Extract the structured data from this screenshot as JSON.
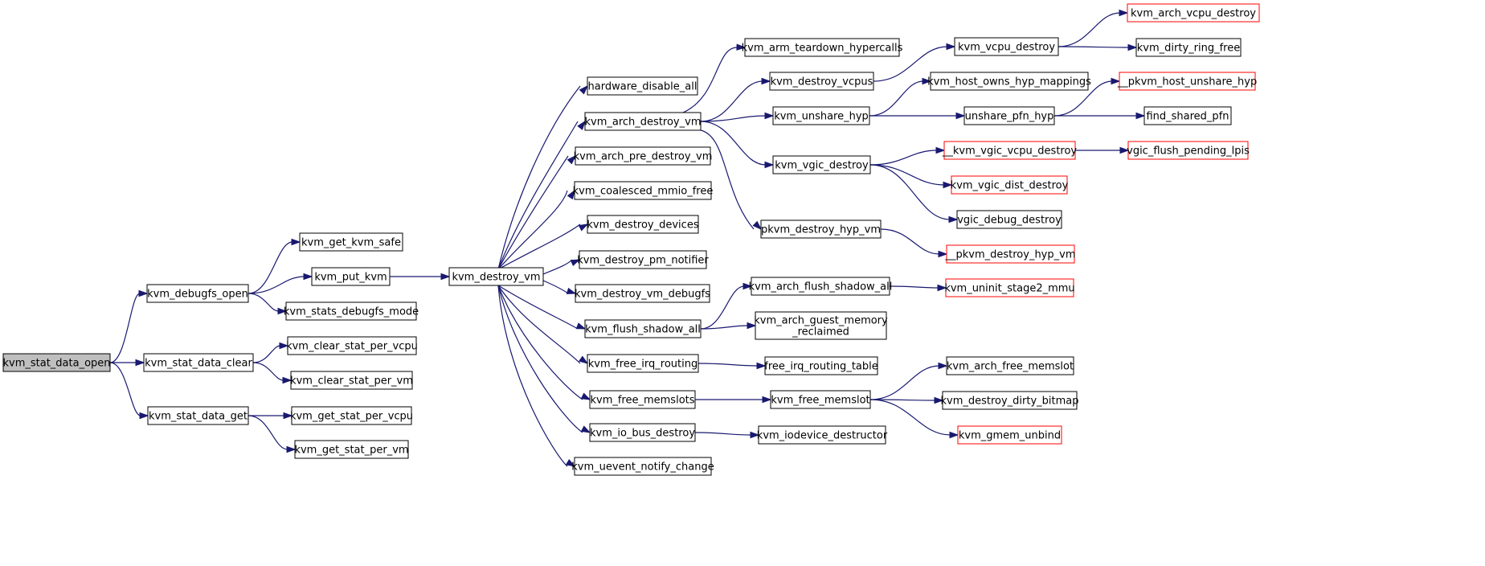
{
  "colors": {
    "edge": "#191970",
    "node_border": "#000000",
    "node_border_truncated": "#ff0000",
    "node_fill": "#ffffff",
    "root_fill": "#bfbfbf"
  },
  "nodes": [
    {
      "id": "n0",
      "label": "kvm_stat_data_open",
      "kind": "root"
    },
    {
      "id": "n1",
      "label": "kvm_debugfs_open",
      "kind": "normal"
    },
    {
      "id": "n2",
      "label": "kvm_stat_data_clear",
      "kind": "normal"
    },
    {
      "id": "n3",
      "label": "kvm_stat_data_get",
      "kind": "normal"
    },
    {
      "id": "n4",
      "label": "kvm_get_kvm_safe",
      "kind": "normal"
    },
    {
      "id": "n5",
      "label": "kvm_put_kvm",
      "kind": "normal"
    },
    {
      "id": "n6",
      "label": "kvm_stats_debugfs_mode",
      "kind": "normal"
    },
    {
      "id": "n7",
      "label": "kvm_clear_stat_per_vcpu",
      "kind": "normal"
    },
    {
      "id": "n8",
      "label": "kvm_clear_stat_per_vm",
      "kind": "normal"
    },
    {
      "id": "n9",
      "label": "kvm_get_stat_per_vcpu",
      "kind": "normal"
    },
    {
      "id": "n10",
      "label": "kvm_get_stat_per_vm",
      "kind": "normal"
    },
    {
      "id": "n11",
      "label": "kvm_destroy_vm",
      "kind": "normal"
    },
    {
      "id": "n12",
      "label": "hardware_disable_all",
      "kind": "normal"
    },
    {
      "id": "n13",
      "label": "kvm_arch_destroy_vm",
      "kind": "normal"
    },
    {
      "id": "n14",
      "label": "kvm_arch_pre_destroy_vm",
      "kind": "normal"
    },
    {
      "id": "n15",
      "label": "kvm_coalesced_mmio_free",
      "kind": "normal"
    },
    {
      "id": "n16",
      "label": "kvm_destroy_devices",
      "kind": "normal"
    },
    {
      "id": "n17",
      "label": "kvm_destroy_pm_notifier",
      "kind": "normal"
    },
    {
      "id": "n18",
      "label": "kvm_destroy_vm_debugfs",
      "kind": "normal"
    },
    {
      "id": "n19",
      "label": "kvm_flush_shadow_all",
      "kind": "normal"
    },
    {
      "id": "n20",
      "label": "kvm_free_irq_routing",
      "kind": "normal"
    },
    {
      "id": "n21",
      "label": "kvm_free_memslots",
      "kind": "normal"
    },
    {
      "id": "n22",
      "label": "kvm_io_bus_destroy",
      "kind": "normal"
    },
    {
      "id": "n23",
      "label": "kvm_uevent_notify_change",
      "kind": "normal"
    },
    {
      "id": "n24",
      "label": "kvm_arm_teardown_hypercalls",
      "kind": "normal"
    },
    {
      "id": "n25",
      "label": "kvm_destroy_vcpus",
      "kind": "normal"
    },
    {
      "id": "n26",
      "label": "kvm_unshare_hyp",
      "kind": "normal"
    },
    {
      "id": "n27",
      "label": "kvm_vgic_destroy",
      "kind": "normal"
    },
    {
      "id": "n28",
      "label": "pkvm_destroy_hyp_vm",
      "kind": "normal"
    },
    {
      "id": "n29",
      "label": "kvm_arch_flush_shadow_all",
      "kind": "normal"
    },
    {
      "id": "n30",
      "label": [
        "kvm_arch_guest_memory",
        "_reclaimed"
      ],
      "kind": "normal"
    },
    {
      "id": "n31",
      "label": "free_irq_routing_table",
      "kind": "normal"
    },
    {
      "id": "n32",
      "label": "kvm_free_memslot",
      "kind": "normal"
    },
    {
      "id": "n33",
      "label": "kvm_iodevice_destructor",
      "kind": "normal"
    },
    {
      "id": "n34",
      "label": "kvm_vcpu_destroy",
      "kind": "normal"
    },
    {
      "id": "n35",
      "label": "kvm_host_owns_hyp_mappings",
      "kind": "normal"
    },
    {
      "id": "n36",
      "label": "unshare_pfn_hyp",
      "kind": "normal"
    },
    {
      "id": "n37",
      "label": "__kvm_vgic_vcpu_destroy",
      "kind": "truncated"
    },
    {
      "id": "n38",
      "label": "kvm_vgic_dist_destroy",
      "kind": "truncated"
    },
    {
      "id": "n39",
      "label": "vgic_debug_destroy",
      "kind": "normal"
    },
    {
      "id": "n40",
      "label": "__pkvm_destroy_hyp_vm",
      "kind": "truncated"
    },
    {
      "id": "n41",
      "label": "kvm_uninit_stage2_mmu",
      "kind": "truncated"
    },
    {
      "id": "n42",
      "label": "kvm_arch_free_memslot",
      "kind": "normal"
    },
    {
      "id": "n43",
      "label": "kvm_destroy_dirty_bitmap",
      "kind": "normal"
    },
    {
      "id": "n44",
      "label": "kvm_gmem_unbind",
      "kind": "truncated"
    },
    {
      "id": "n45",
      "label": "kvm_arch_vcpu_destroy",
      "kind": "truncated"
    },
    {
      "id": "n46",
      "label": "kvm_dirty_ring_free",
      "kind": "normal"
    },
    {
      "id": "n47",
      "label": "__pkvm_host_unshare_hyp",
      "kind": "truncated"
    },
    {
      "id": "n48",
      "label": "find_shared_pfn",
      "kind": "normal"
    },
    {
      "id": "n49",
      "label": "vgic_flush_pending_lpis",
      "kind": "truncated"
    }
  ],
  "edges": [
    [
      "n0",
      "n1"
    ],
    [
      "n0",
      "n2"
    ],
    [
      "n0",
      "n3"
    ],
    [
      "n1",
      "n4"
    ],
    [
      "n1",
      "n5"
    ],
    [
      "n1",
      "n6"
    ],
    [
      "n2",
      "n7"
    ],
    [
      "n2",
      "n8"
    ],
    [
      "n3",
      "n9"
    ],
    [
      "n3",
      "n10"
    ],
    [
      "n5",
      "n11"
    ],
    [
      "n11",
      "n12"
    ],
    [
      "n11",
      "n13"
    ],
    [
      "n11",
      "n14"
    ],
    [
      "n11",
      "n15"
    ],
    [
      "n11",
      "n16"
    ],
    [
      "n11",
      "n17"
    ],
    [
      "n11",
      "n18"
    ],
    [
      "n11",
      "n19"
    ],
    [
      "n11",
      "n20"
    ],
    [
      "n11",
      "n21"
    ],
    [
      "n11",
      "n22"
    ],
    [
      "n11",
      "n23"
    ],
    [
      "n13",
      "n24"
    ],
    [
      "n13",
      "n25"
    ],
    [
      "n13",
      "n26"
    ],
    [
      "n13",
      "n27"
    ],
    [
      "n13",
      "n28"
    ],
    [
      "n19",
      "n29"
    ],
    [
      "n19",
      "n30"
    ],
    [
      "n20",
      "n31"
    ],
    [
      "n21",
      "n32"
    ],
    [
      "n22",
      "n33"
    ],
    [
      "n25",
      "n34"
    ],
    [
      "n26",
      "n35"
    ],
    [
      "n26",
      "n36"
    ],
    [
      "n27",
      "n37"
    ],
    [
      "n27",
      "n38"
    ],
    [
      "n27",
      "n39"
    ],
    [
      "n28",
      "n40"
    ],
    [
      "n29",
      "n41"
    ],
    [
      "n32",
      "n42"
    ],
    [
      "n32",
      "n43"
    ],
    [
      "n32",
      "n44"
    ],
    [
      "n34",
      "n45"
    ],
    [
      "n34",
      "n46"
    ],
    [
      "n36",
      "n47"
    ],
    [
      "n36",
      "n48"
    ],
    [
      "n37",
      "n49"
    ]
  ]
}
